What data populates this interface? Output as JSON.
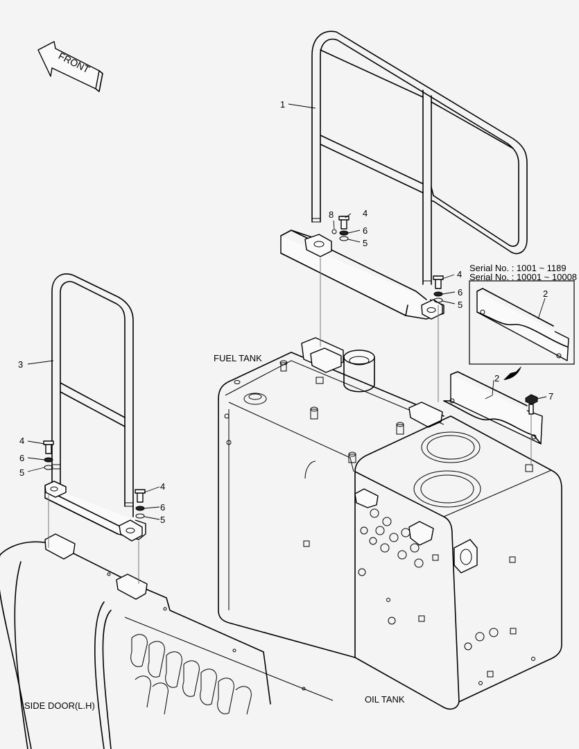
{
  "front_arrow": {
    "label": "FRONT"
  },
  "labels": {
    "fuel_tank": "FUEL TANK",
    "oil_tank": "OIL TANK",
    "side_door": "SIDE DOOR(L.H)"
  },
  "serial_notes": {
    "line1": "Serial No. : 1001 ~ 1189",
    "line2": "Serial No. : 10001 ~ 10008"
  },
  "callouts": {
    "c1": "1",
    "c2_inset": "2",
    "c2_main": "2",
    "c3": "3",
    "c4_top": "4",
    "c6_top": "6",
    "c5_top": "5",
    "c8": "8",
    "c4_right": "4",
    "c6_right": "6",
    "c5_right": "5",
    "c7": "7",
    "c4_left": "4",
    "c6_left": "6",
    "c5_left": "5",
    "c4_leftb": "4",
    "c6_leftb": "6",
    "c5_leftb": "5"
  }
}
